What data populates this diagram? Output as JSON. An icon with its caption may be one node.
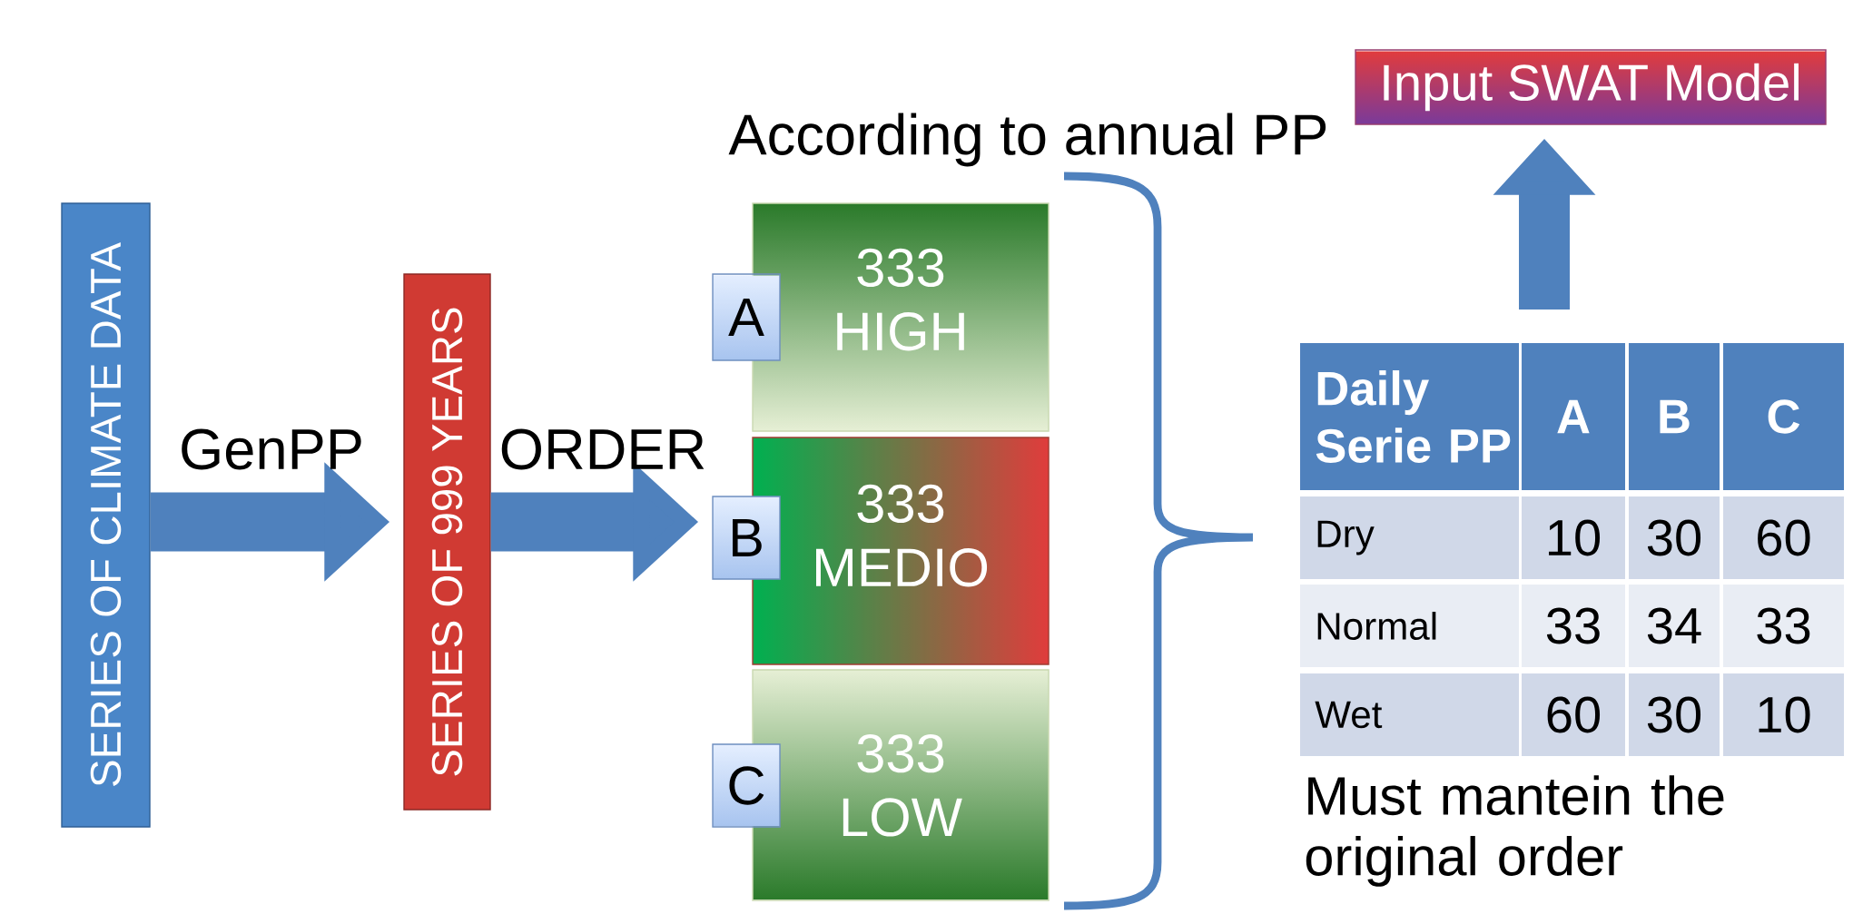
{
  "diagram": {
    "nodes": [
      {
        "text": [
          "SERIES OF CLIMATE DATA"
        ]
      },
      {
        "text": [
          "SERIES OF 999 YEARS"
        ]
      },
      {
        "text": [
          "333 HIGH"
        ]
      },
      {
        "text": [
          "333 MEDIO"
        ]
      },
      {
        "text": [
          "333 LOW"
        ]
      },
      {
        "text": [
          "A"
        ]
      },
      {
        "text": [
          "B"
        ]
      },
      {
        "text": [
          "C"
        ]
      },
      {
        "text": [
          "Input SWAT Model"
        ]
      }
    ],
    "edges": [
      {
        "from": 0,
        "to": 1,
        "arrow": "to",
        "label": "GenPP"
      },
      {
        "from": 1,
        "to": 6,
        "arrow": "to",
        "label": "ORDER"
      },
      {
        "from": null,
        "to": 8,
        "arrow": "to"
      }
    ],
    "labels": [
      "According to annual PP",
      "Daily Serie PP",
      "A",
      "B",
      "C",
      "Dry",
      "10",
      "30",
      "60",
      "Normal",
      "33",
      "34",
      "33",
      "Wet",
      "60",
      "30",
      "10",
      "Must mantein the original order"
    ]
  }
}
